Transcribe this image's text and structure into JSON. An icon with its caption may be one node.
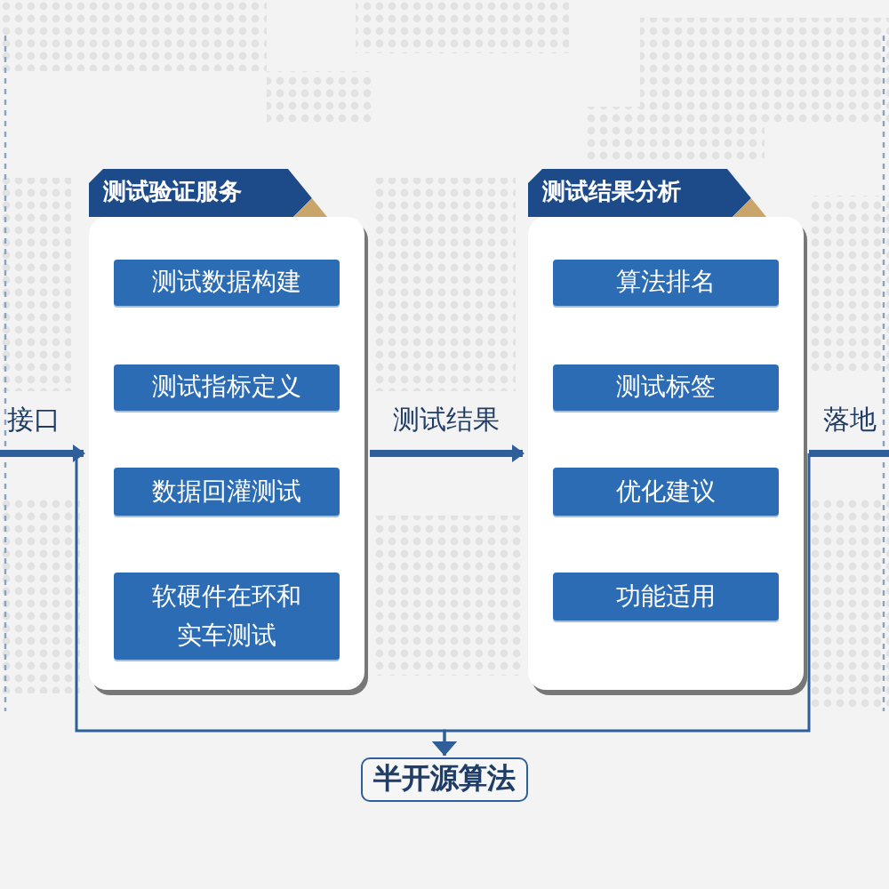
{
  "diagram": {
    "nodes": [
      {
        "text": [
          "测试验证服务"
        ]
      },
      {
        "text": [
          "测试数据构建"
        ],
        "in": 0
      },
      {
        "text": [
          "测试指标定义"
        ],
        "in": 0
      },
      {
        "text": [
          "数据回灌测试"
        ],
        "in": 0
      },
      {
        "text": [
          "软硬件在环和实车测试"
        ],
        "in": 0
      },
      {
        "text": [
          "测试结果分析"
        ]
      },
      {
        "text": [
          "算法排名"
        ],
        "in": 5
      },
      {
        "text": [
          "测试标签"
        ],
        "in": 5
      },
      {
        "text": [
          "优化建议"
        ],
        "in": 5
      },
      {
        "text": [
          "功能适用"
        ],
        "in": 5
      },
      {
        "text": [
          "半开源算法"
        ]
      }
    ],
    "edges": [
      {
        "from": null,
        "to": 0,
        "arrow": "to",
        "label": "接口"
      },
      {
        "from": 0,
        "to": 5,
        "arrow": "to",
        "label": "测试结果"
      },
      {
        "from": 5,
        "to": null,
        "arrow": "none",
        "label": "落地"
      },
      {
        "from": 0,
        "to": 10,
        "arrow": "to"
      },
      {
        "from": 5,
        "to": 10,
        "arrow": "to"
      }
    ]
  }
}
